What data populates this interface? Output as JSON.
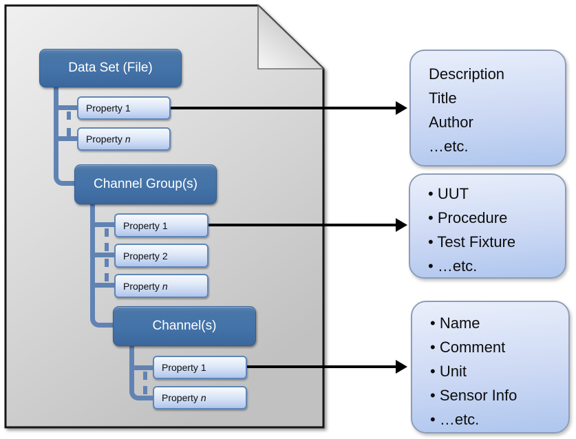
{
  "colors": {
    "node_fill_top": "#5d87b5",
    "node_fill_bottom": "#3c679d",
    "property_fill_bottom": "#aec4ea",
    "property_border": "#5f85b7",
    "connector": "#6083b3",
    "arrow": "#000000",
    "callout_fill_bottom": "#aec6ee",
    "document_fill": "#d9d9d9",
    "document_border": "#141414"
  },
  "tree": {
    "file": {
      "label": "Data Set (File)",
      "props": [
        {
          "prefix": "Property",
          "num": "1"
        },
        {
          "prefix": "Property",
          "var": "n"
        }
      ]
    },
    "group": {
      "label": "Channel Group(s)",
      "props": [
        {
          "prefix": "Property",
          "num": "1"
        },
        {
          "prefix": "Property",
          "num": "2"
        },
        {
          "prefix": "Property",
          "var": "n"
        }
      ]
    },
    "channel": {
      "label": "Channel(s)",
      "props": [
        {
          "prefix": "Property",
          "num": "1"
        },
        {
          "prefix": "Property",
          "var": "n"
        }
      ]
    }
  },
  "callouts": {
    "file_props": {
      "bulleted": false,
      "items": [
        "Description",
        "Title",
        "Author",
        "…etc."
      ]
    },
    "group_props": {
      "bulleted": true,
      "items": [
        "UUT",
        "Procedure",
        "Test Fixture",
        "…etc."
      ]
    },
    "channel_props": {
      "bulleted": true,
      "items": [
        "Name",
        "Comment",
        "Unit",
        "Sensor Info",
        "…etc."
      ]
    }
  }
}
